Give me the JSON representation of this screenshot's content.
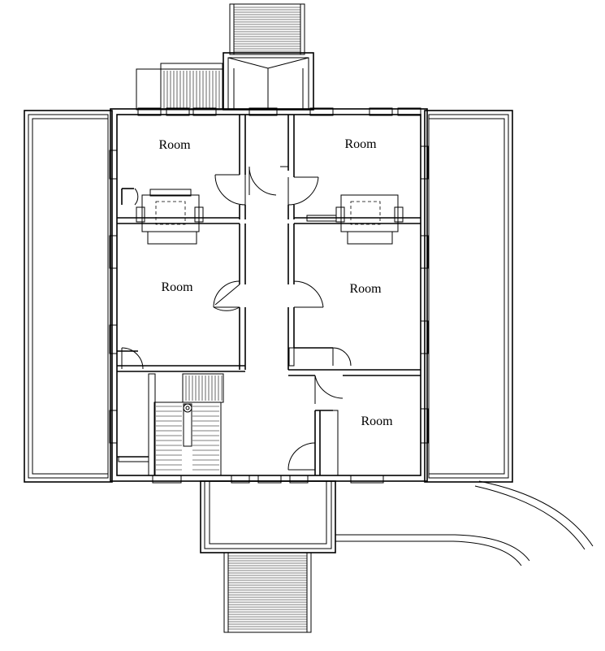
{
  "rooms": [
    {
      "label": "Room"
    },
    {
      "label": "Room"
    },
    {
      "label": "Room"
    },
    {
      "label": "Room"
    },
    {
      "label": "Room"
    }
  ]
}
